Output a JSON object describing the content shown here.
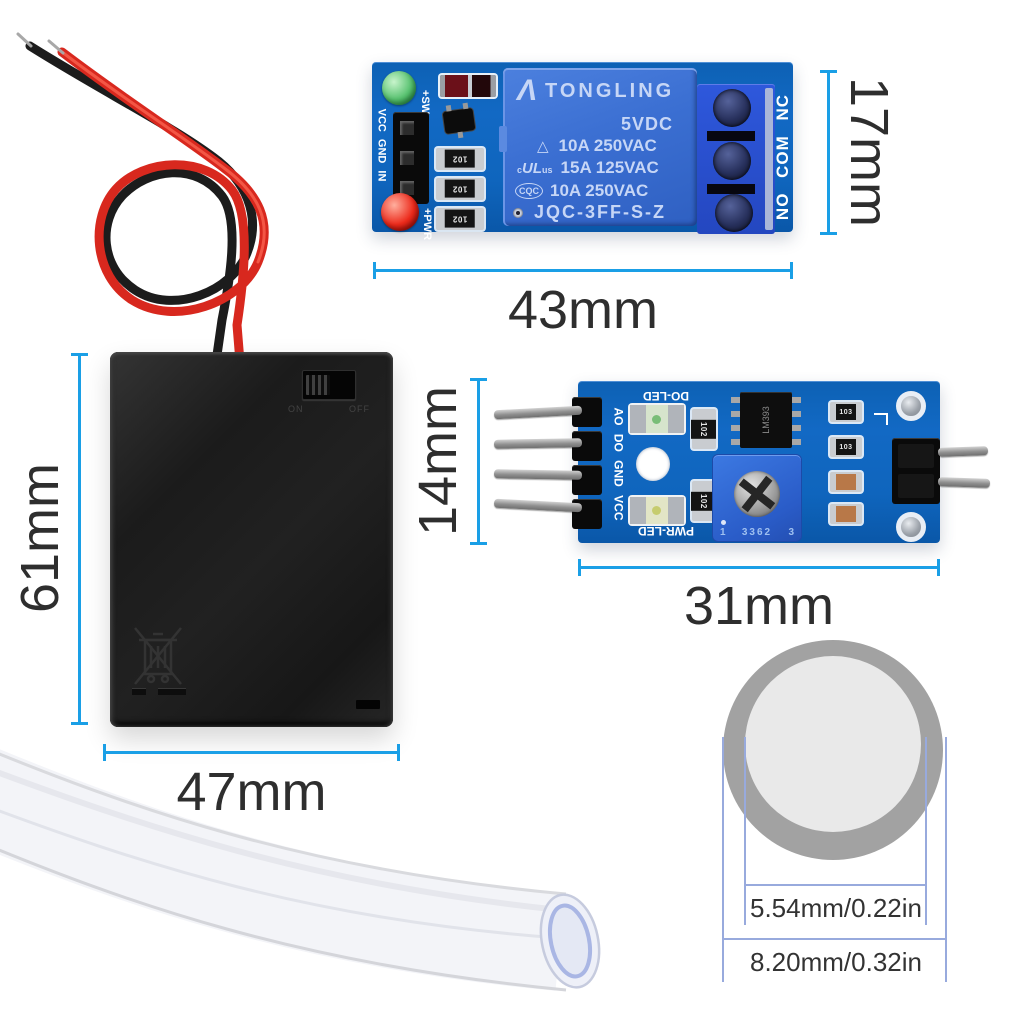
{
  "dimensions": {
    "relay_width": "43mm",
    "relay_height": "17mm",
    "sensor_height": "14mm",
    "sensor_width": "31mm",
    "holder_height": "61mm",
    "holder_width": "47mm",
    "tube_inner_diameter": "5.54mm/0.22in",
    "tube_outer_diameter": "8.20mm/0.32in"
  },
  "relay_module": {
    "led_sw_label": "+SW",
    "pin_labels": "VCC GND IN",
    "led_pwr_label": "+PWR",
    "terminal_labels": "NO COM NC",
    "resistors": [
      "102",
      "102",
      "102"
    ],
    "relay": {
      "logo": "Λ",
      "brand": "TONGLING",
      "voltage": "5VDC",
      "cert_triangle": "△",
      "rating_1": "10A 250VAC",
      "ul_prefix": "c",
      "ul": "UL",
      "ul_suffix": "us",
      "rating_2": "15A 125VAC",
      "cqc": "CQC",
      "rating_3": "10A 250VAC",
      "model": "JQC-3FF-S-Z"
    }
  },
  "sensor_module": {
    "do_led_label": "DO-LED",
    "pin_labels": "AO DO GND VCC",
    "pwr_led_label": "PWR-LED",
    "mid_resistors": [
      "102",
      "102"
    ],
    "right_resistors": [
      "103",
      "103"
    ],
    "ic_label": "LM393",
    "pot": {
      "pin_1": "1",
      "model": "3362",
      "pin_3": "3"
    }
  },
  "battery_holder": {
    "switch_on": "ON",
    "switch_off": "OFF"
  },
  "colors": {
    "dimension_line": "#1a9fe6",
    "tube_dimension_line": "#98aadd",
    "pcb_blue": "#0f65bd",
    "relay_body_blue": "#3b6fd2",
    "terminal_blue": "#2b52cc",
    "potentiometer_blue": "#2e6fd8",
    "label_text": "#2e2e2e"
  }
}
